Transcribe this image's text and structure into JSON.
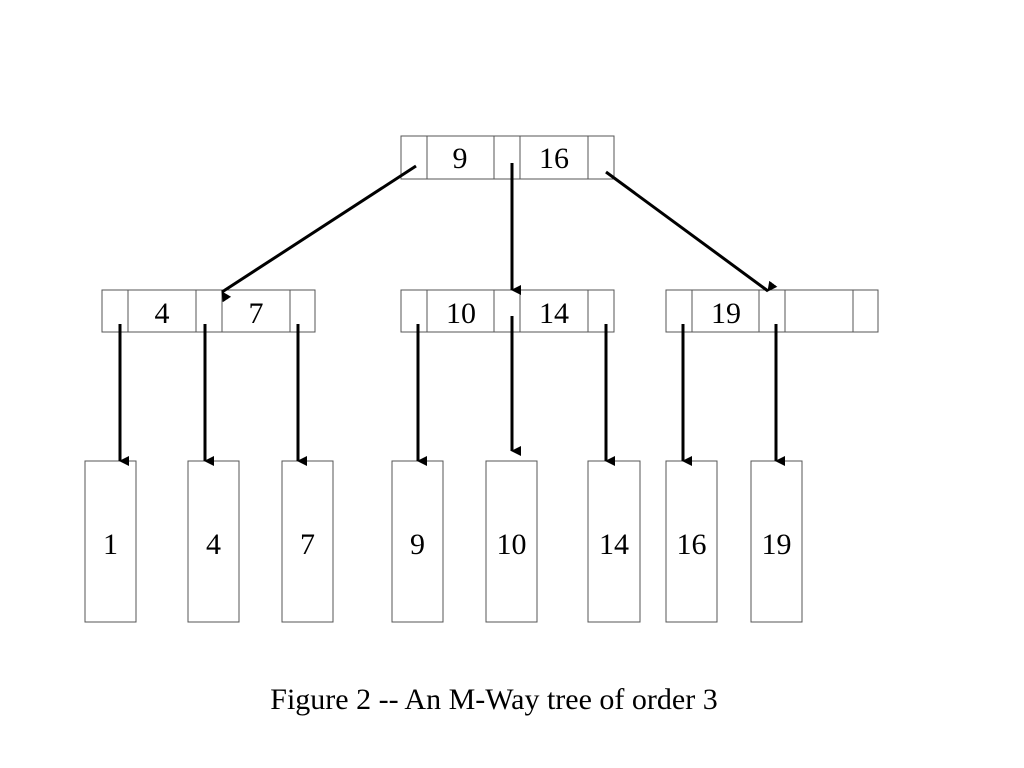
{
  "root": {
    "keys": [
      "9",
      "16"
    ]
  },
  "internal_nodes": [
    {
      "keys": [
        "4",
        "7"
      ]
    },
    {
      "keys": [
        "10",
        "14"
      ]
    },
    {
      "keys": [
        "19"
      ]
    }
  ],
  "leaves": [
    "1",
    "4",
    "7",
    "9",
    "10",
    "14",
    "16",
    "19"
  ],
  "caption": "Figure 2 -- An M-Way tree of order 3",
  "colors": {
    "stroke": "#000000",
    "background": "#ffffff"
  }
}
